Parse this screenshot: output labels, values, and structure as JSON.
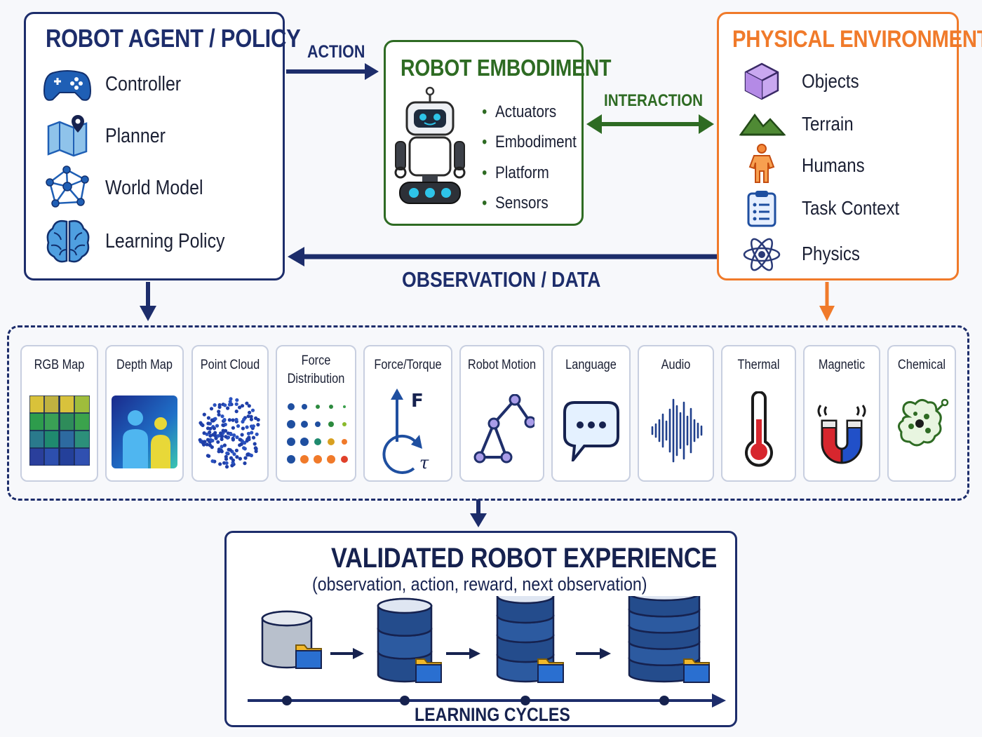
{
  "agent": {
    "title": "ROBOT AGENT / POLICY",
    "items": [
      {
        "label": "Controller",
        "icon": "gamepad-icon"
      },
      {
        "label": "Planner",
        "icon": "map-pin-icon"
      },
      {
        "label": "World Model",
        "icon": "network-graph-icon"
      },
      {
        "label": "Learning Policy",
        "icon": "brain-icon"
      }
    ]
  },
  "arrows": {
    "action": "ACTION",
    "interaction": "INTERACTION",
    "observation": "OBSERVATION / DATA"
  },
  "embodiment": {
    "title": "ROBOT EMBODIMENT",
    "icon": "robot-icon",
    "bullets": [
      "Actuators",
      "Embodiment",
      "Platform",
      "Sensors"
    ]
  },
  "environment": {
    "title": "PHYSICAL ENVIRONMENT",
    "items": [
      {
        "label": "Objects",
        "icon": "cube-icon"
      },
      {
        "label": "Terrain",
        "icon": "mountain-icon"
      },
      {
        "label": "Humans",
        "icon": "person-icon"
      },
      {
        "label": "Task Context",
        "icon": "clipboard-icon"
      },
      {
        "label": "Physics",
        "icon": "atom-icon"
      }
    ]
  },
  "modalities": [
    {
      "label": "RGB Map",
      "icon": "rgb-grid-icon"
    },
    {
      "label": "Depth Map",
      "icon": "depth-map-icon"
    },
    {
      "label": "Point Cloud",
      "icon": "point-cloud-icon"
    },
    {
      "label": "Force Distribution",
      "icon": "dot-matrix-icon"
    },
    {
      "label": "Force/Torque",
      "icon": "force-torque-icon",
      "f_symbol": "F",
      "tau_symbol": "τ"
    },
    {
      "label": "Robot Motion",
      "icon": "kinematic-chain-icon"
    },
    {
      "label": "Language",
      "icon": "speech-bubble-icon"
    },
    {
      "label": "Audio",
      "icon": "waveform-icon"
    },
    {
      "label": "Thermal",
      "icon": "thermometer-icon"
    },
    {
      "label": "Magnetic",
      "icon": "magnet-icon"
    },
    {
      "label": "Chemical",
      "icon": "molecule-icon"
    }
  ],
  "experience": {
    "title": "VALIDATED ROBOT EXPERIENCE",
    "subtitle": "(observation, action, reward, next observation)",
    "footer": "LEARNING CYCLES",
    "icon": "database-folder-icon"
  },
  "colors": {
    "navy": "#1d2d6b",
    "green": "#2e6b23",
    "orange": "#f07a2a",
    "blue_icon": "#2f6fc0"
  }
}
